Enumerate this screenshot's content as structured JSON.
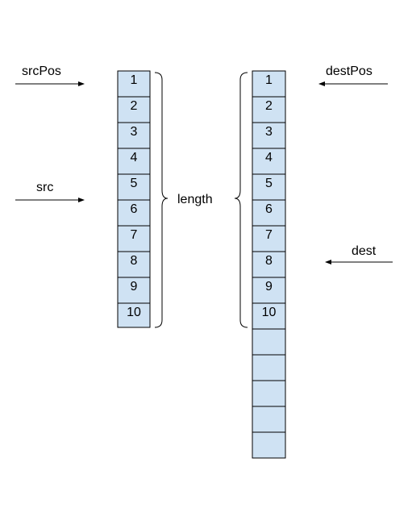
{
  "colors": {
    "cell_fill": "#cfe2f3",
    "stroke": "#000000",
    "background": "#ffffff"
  },
  "src_label": "src",
  "src_pos_label": "srcPos",
  "dest_label": "dest",
  "dest_pos_label": "destPos",
  "length_label": "length",
  "src_array": {
    "cells": [
      "1",
      "2",
      "3",
      "4",
      "5",
      "6",
      "7",
      "8",
      "9",
      "10"
    ]
  },
  "dest_array": {
    "cells": [
      "1",
      "2",
      "3",
      "4",
      "5",
      "6",
      "7",
      "8",
      "9",
      "10",
      "",
      "",
      "",
      "",
      ""
    ]
  }
}
